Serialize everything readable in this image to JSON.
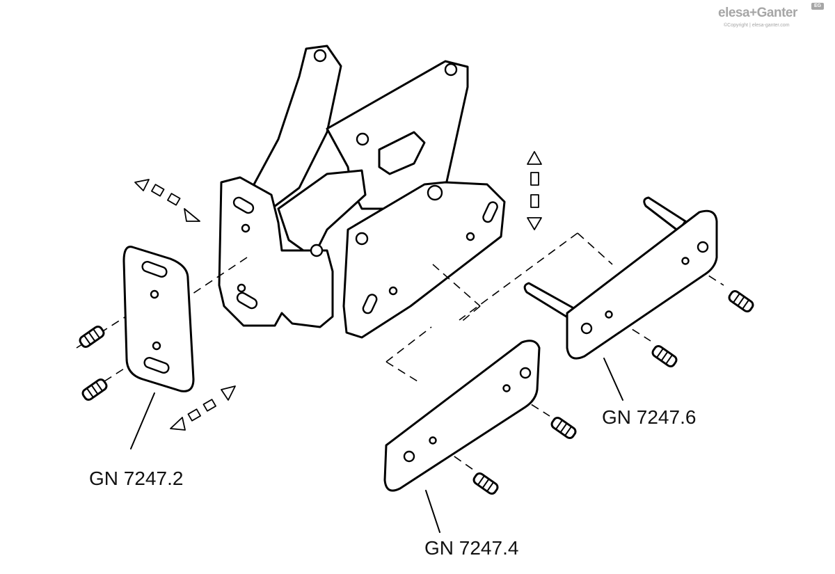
{
  "logo": {
    "brand": "elesa+Ganter",
    "badge": "EG",
    "copyright": "©Copyright | elesa-ganter.com"
  },
  "labels": {
    "left_plate": "GN 7247.2",
    "center_plate": "GN 7247.4",
    "right_plate": "GN 7247.6"
  }
}
